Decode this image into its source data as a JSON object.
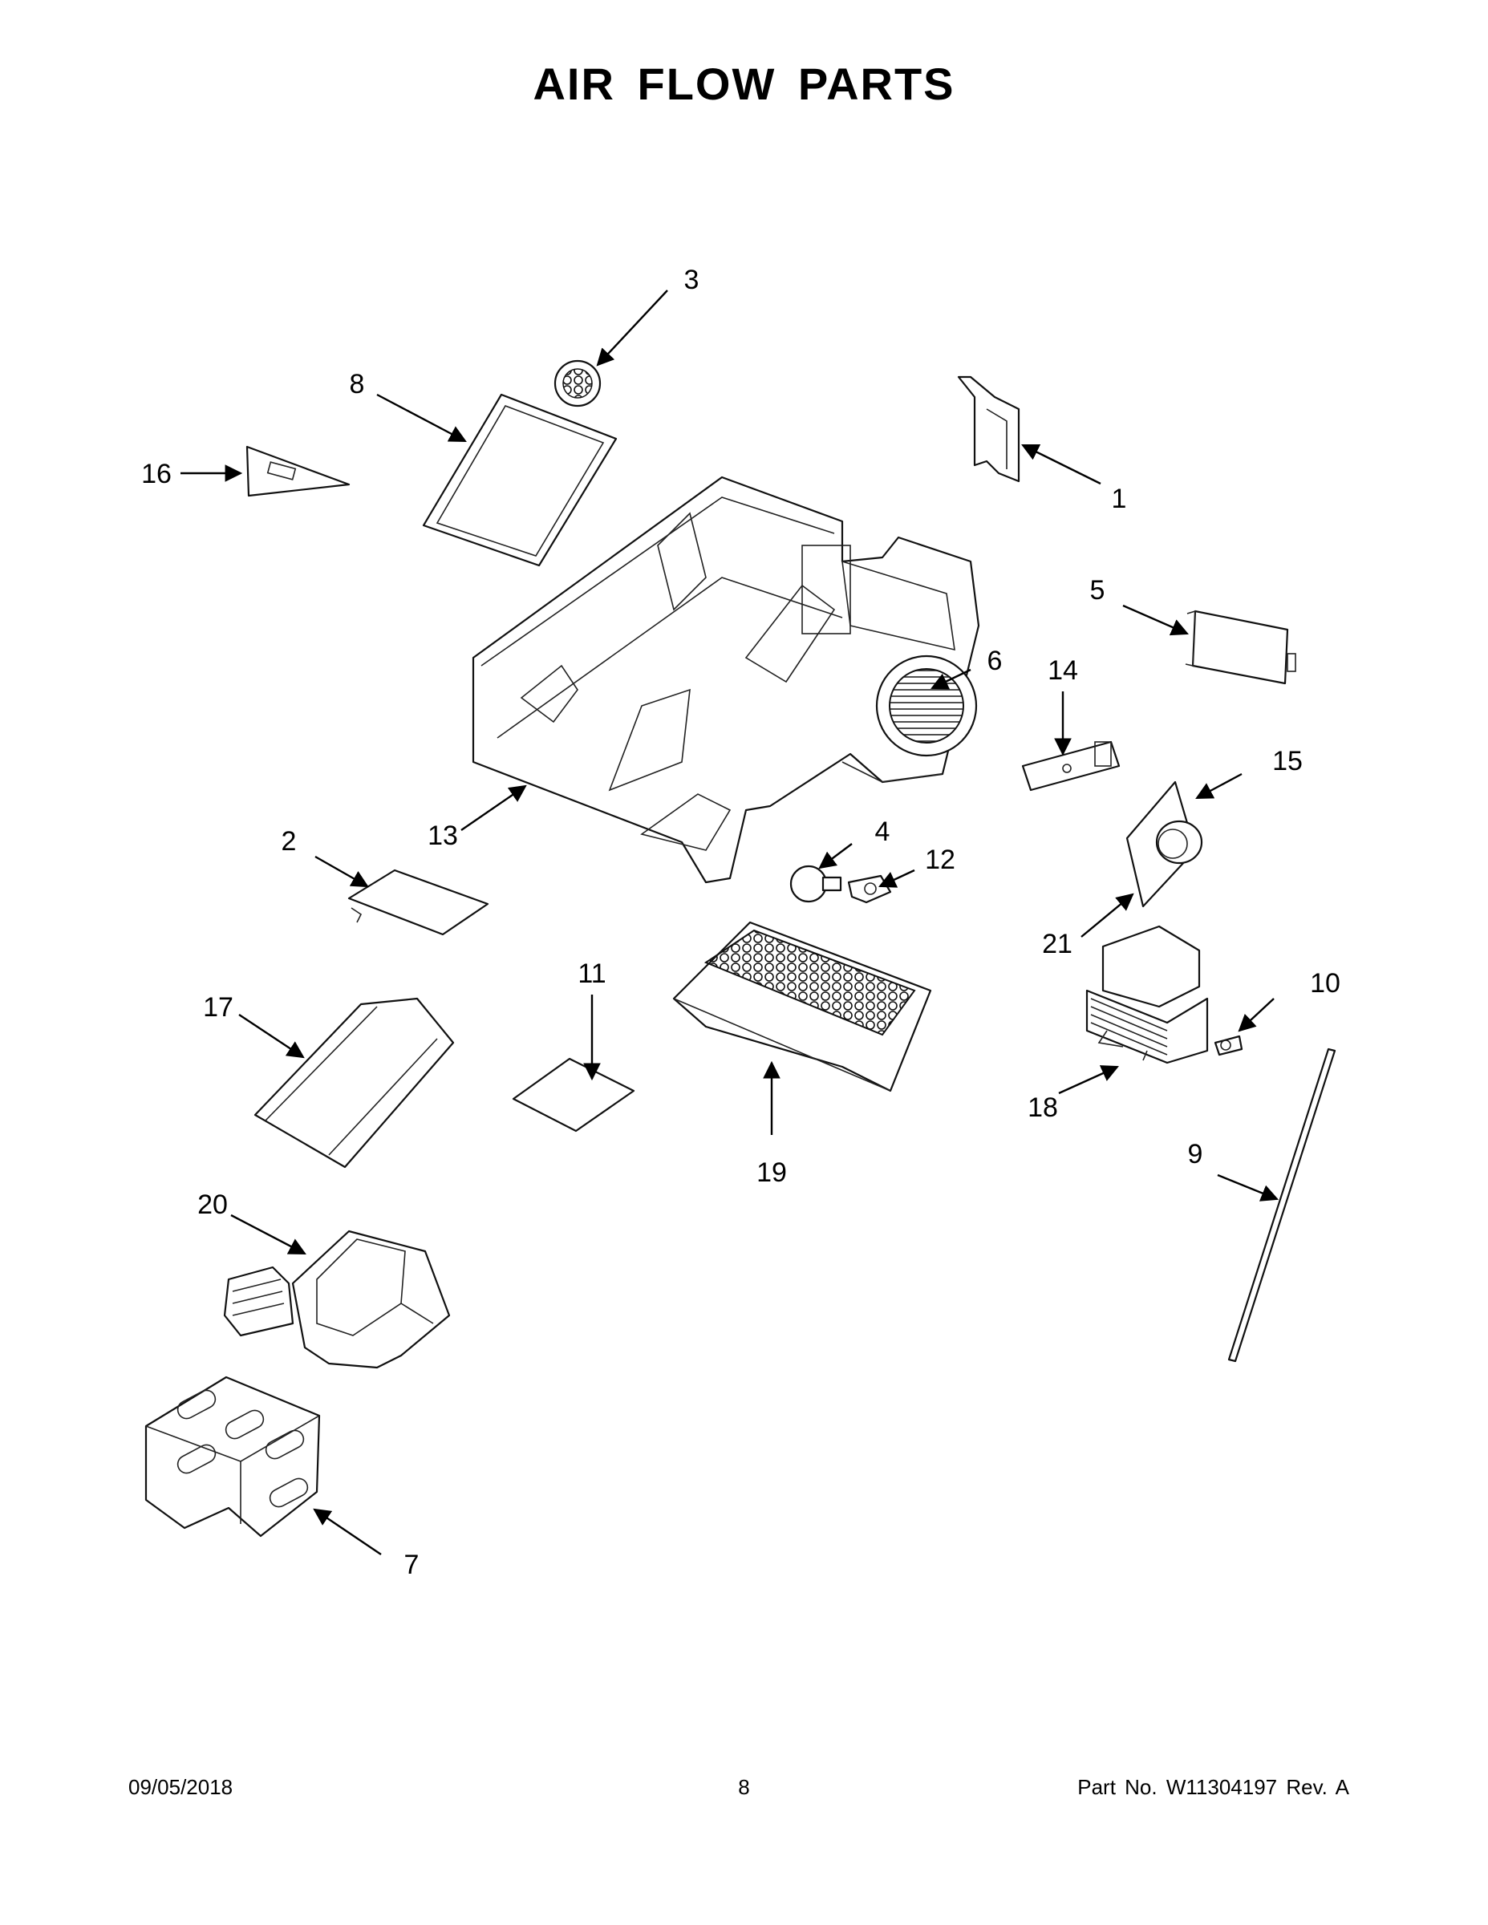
{
  "title": "AIR FLOW PARTS",
  "footer": {
    "date": "09/05/2018",
    "page": "8",
    "part_no": "Part No.  W11304197  Rev.  A"
  },
  "callouts": [
    "1",
    "2",
    "3",
    "4",
    "5",
    "6",
    "7",
    "8",
    "9",
    "10",
    "11",
    "12",
    "13",
    "14",
    "15",
    "16",
    "17",
    "18",
    "19",
    "20",
    "21"
  ]
}
